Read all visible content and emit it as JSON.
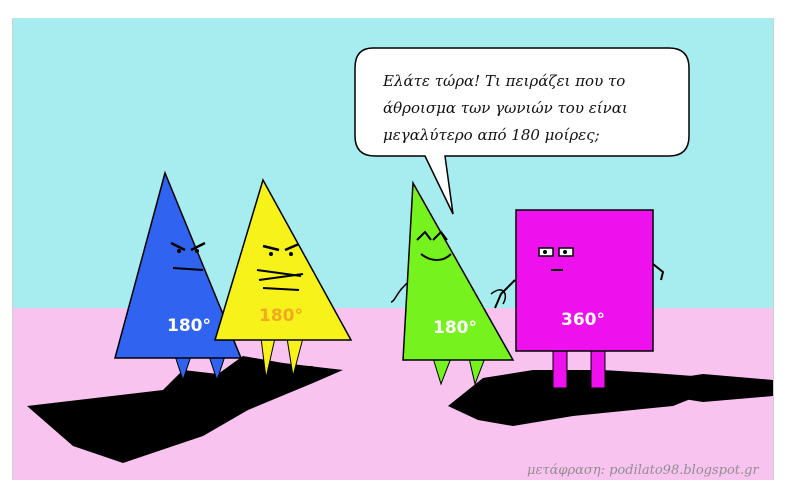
{
  "speech_bubble": {
    "lines": [
      "Ελάτε τώρα! Τι πειράζει που το",
      "άθροισμα των γωνιών του είναι",
      "μεγαλύτερο από 180 μοίρες;"
    ]
  },
  "characters": {
    "blue_triangle": {
      "angle_sum": "180°",
      "color": "#2f63f0"
    },
    "yellow_triangle": {
      "angle_sum": "180°",
      "color": "#f7f21a"
    },
    "green_triangle": {
      "angle_sum": "180°",
      "color": "#76f21e"
    },
    "magenta_square": {
      "angle_sum": "360°",
      "color": "#ee11ee"
    }
  },
  "credit": "μετάφραση: podilato98.blogspot.gr",
  "colors": {
    "sky": "#a7ecee",
    "floor": "#f8c3ef",
    "shadow": "#000000"
  }
}
